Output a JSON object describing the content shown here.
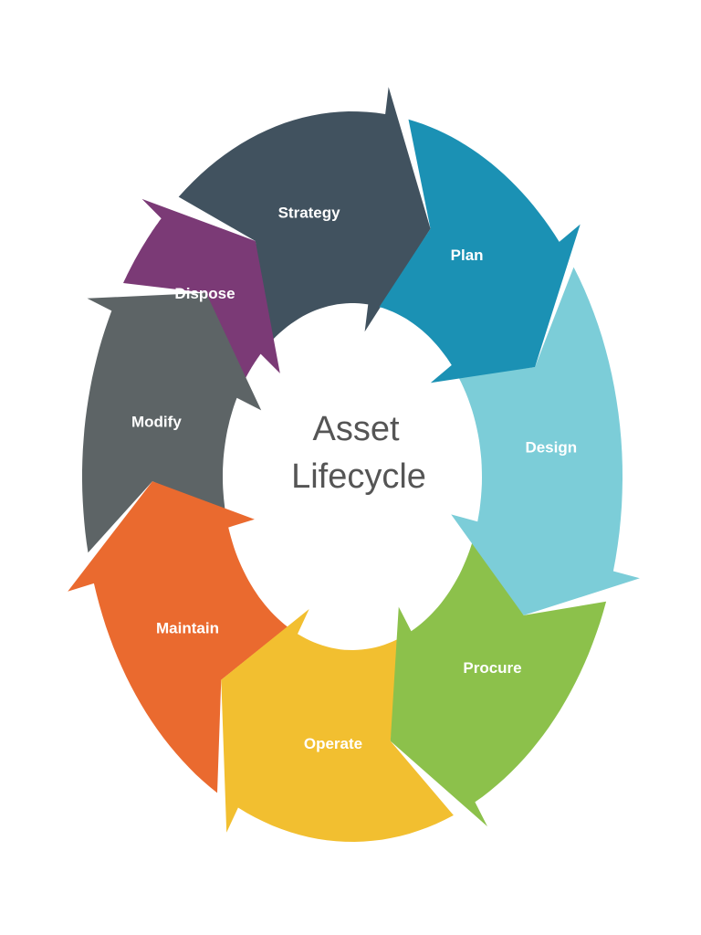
{
  "center": {
    "line1": "Asset",
    "line2": "Lifecycle"
  },
  "stages": [
    {
      "id": "strategy",
      "label": "Strategy",
      "color": "#41525f"
    },
    {
      "id": "plan",
      "label": "Plan",
      "color": "#1b91b4"
    },
    {
      "id": "design",
      "label": "Design",
      "color": "#7ccdd8"
    },
    {
      "id": "procure",
      "label": "Procure",
      "color": "#8cc14b"
    },
    {
      "id": "operate",
      "label": "Operate",
      "color": "#f2bf30"
    },
    {
      "id": "maintain",
      "label": "Maintain",
      "color": "#ea6a2f"
    },
    {
      "id": "modify",
      "label": "Modify",
      "color": "#5d6466"
    },
    {
      "id": "dispose",
      "label": "Dispose",
      "color": "#7b3a76"
    }
  ]
}
